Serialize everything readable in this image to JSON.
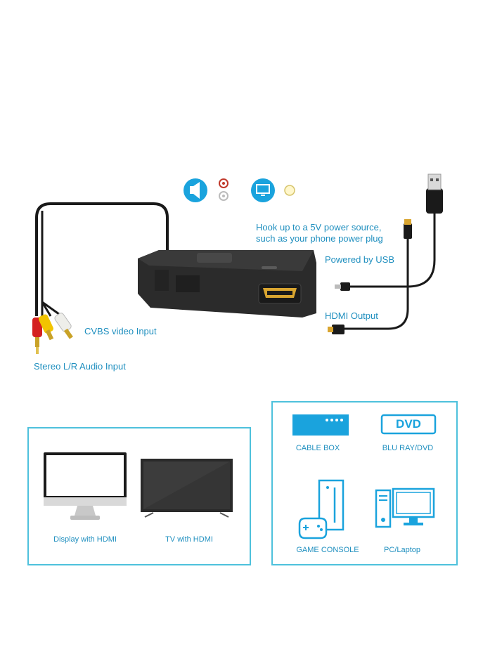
{
  "labels": {
    "power_source": "Hook up to a 5V power source,",
    "power_source_2": "such as your phone power plug",
    "powered_by_usb": "Powered by USB",
    "hdmi_output": "HDMI Output",
    "cvbs_input": "CVBS video Input",
    "stereo_input": "Stereo L/R Audio Input"
  },
  "outputs": {
    "display": "Display with HDMI",
    "tv": "TV with HDMI"
  },
  "sources": {
    "cable_box": "CABLE BOX",
    "bluray": "BLU RAY/DVD",
    "dvd_badge": "DVD",
    "game_console": "GAME CONSOLE",
    "pc": "PC/Laptop"
  },
  "colors": {
    "accent": "#4ec1dc",
    "icon_blue": "#1aa3dd",
    "device_body": "#2b2b2b"
  }
}
